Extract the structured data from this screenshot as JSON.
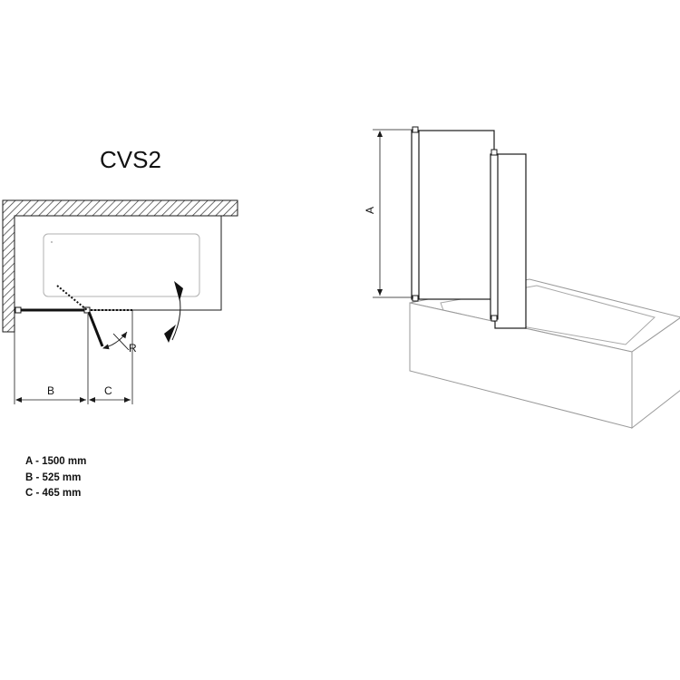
{
  "diagram": {
    "title": "CVS2",
    "plan_labels": {
      "b": "B",
      "c": "C",
      "r": "R"
    },
    "elevation_labels": {
      "a": "A"
    }
  },
  "legend": [
    {
      "letter": "A",
      "value": "1500 mm"
    },
    {
      "letter": "B",
      "value": "525 mm"
    },
    {
      "letter": "C",
      "value": "465 mm"
    }
  ],
  "colors": {
    "line": "#1a1a1a",
    "light": "#8a8a8a",
    "hatch": "#333333"
  }
}
